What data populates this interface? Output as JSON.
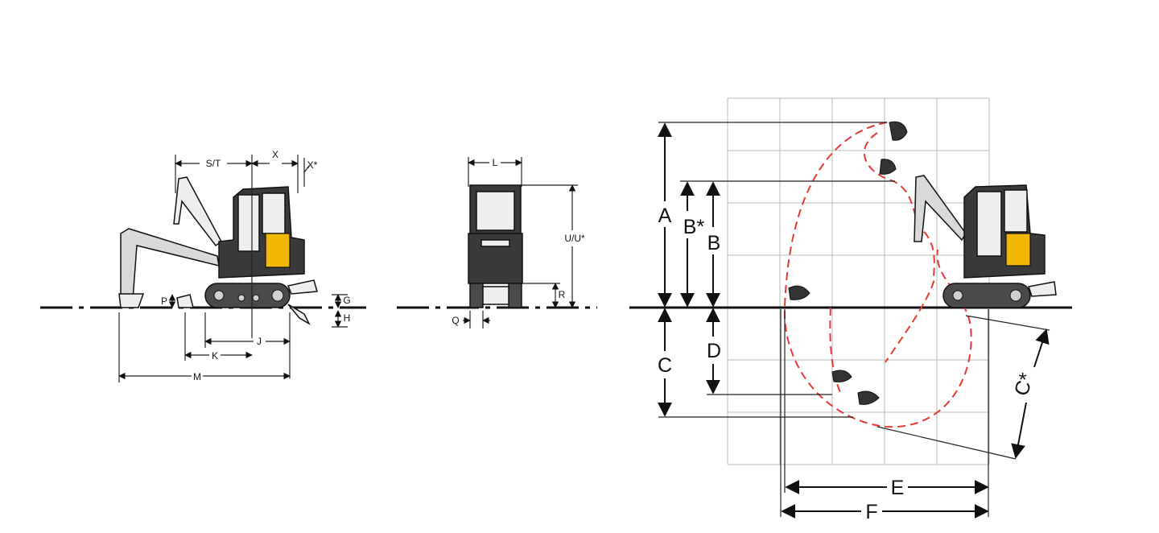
{
  "side_view": {
    "labels": {
      "st": "S/T",
      "x": "X",
      "x_star": "X*",
      "p": "P",
      "g": "G",
      "h": "H",
      "j": "J",
      "k": "K",
      "m": "M"
    }
  },
  "rear_view": {
    "labels": {
      "l": "L",
      "u": "U/U*",
      "r": "R",
      "q": "Q"
    }
  },
  "range_diagram": {
    "labels": {
      "a": "A",
      "b_star": "B*",
      "b": "B",
      "c": "C",
      "d": "D",
      "c_star": "C*",
      "e": "E",
      "f": "F"
    },
    "grid": {
      "columns": 5,
      "rows": 7,
      "color": "#b8b8b8"
    },
    "envelope_color": "#e53935"
  },
  "colors": {
    "accent": "#f2b705",
    "body": "#3a3a3a",
    "ground": "#111111"
  }
}
